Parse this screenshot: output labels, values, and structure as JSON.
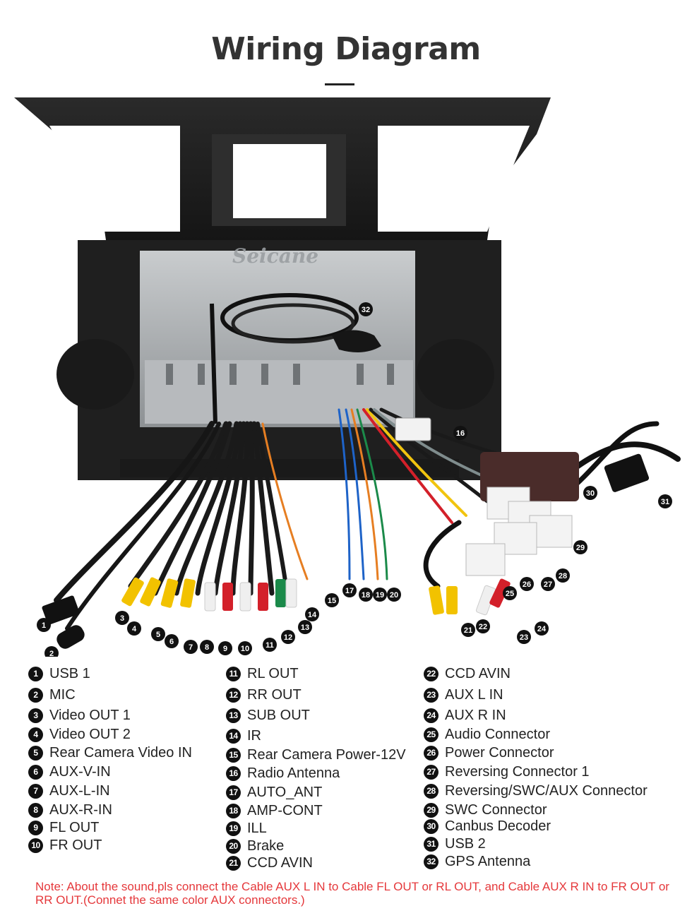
{
  "title": "Wiring Diagram",
  "brand_watermark": "Seicane",
  "legend": [
    [
      {
        "num": "1",
        "label": "USB 1"
      },
      {
        "num": "2",
        "label": "MIC"
      },
      {
        "num": "3",
        "label": "Video OUT 1"
      },
      {
        "num": "4",
        "label": "Video OUT 2"
      },
      {
        "num": "5",
        "label": "Rear Camera Video IN"
      },
      {
        "num": "6",
        "label": "AUX-V-IN"
      },
      {
        "num": "7",
        "label": "AUX-L-IN"
      },
      {
        "num": "8",
        "label": "AUX-R-IN"
      },
      {
        "num": "9",
        "label": "FL OUT"
      },
      {
        "num": "10",
        "label": "FR OUT"
      }
    ],
    [
      {
        "num": "11",
        "label": "RL OUT"
      },
      {
        "num": "12",
        "label": "RR OUT"
      },
      {
        "num": "13",
        "label": "SUB OUT"
      },
      {
        "num": "14",
        "label": "IR"
      },
      {
        "num": "15",
        "label": "Rear Camera Power-12V"
      },
      {
        "num": "16",
        "label": "Radio Antenna"
      },
      {
        "num": "17",
        "label": "AUTO_ANT"
      },
      {
        "num": "18",
        "label": "AMP-CONT"
      },
      {
        "num": "19",
        "label": "ILL"
      },
      {
        "num": "20",
        "label": "Brake"
      },
      {
        "num": "21",
        "label": "CCD AVIN"
      }
    ],
    [
      {
        "num": "22",
        "label": "CCD AVIN"
      },
      {
        "num": "23",
        "label": "AUX L IN"
      },
      {
        "num": "24",
        "label": "AUX R IN"
      },
      {
        "num": "25",
        "label": "Audio Connector"
      },
      {
        "num": "26",
        "label": "Power Connector"
      },
      {
        "num": "27",
        "label": "Reversing Connector 1"
      },
      {
        "num": "28",
        "label": "Reversing/SWC/AUX Connector"
      },
      {
        "num": "29",
        "label": "SWC Connector"
      },
      {
        "num": "30",
        "label": "Canbus Decoder"
      },
      {
        "num": "31",
        "label": "USB 2"
      },
      {
        "num": "32",
        "label": "GPS Antenna"
      }
    ]
  ],
  "note": "Note: About the sound,pls connect the Cable AUX L IN to Cable FL OUT or RL OUT, and Cable AUX R IN to FR OUT or RR OUT.(Connet the same color AUX connectors.)",
  "colors": {
    "badge": "#111111",
    "note": "#e5383b",
    "rca_yellow": "#f2c200",
    "rca_red": "#d3202a",
    "rca_white": "#f0f0f0",
    "rca_green": "#1b8a4a",
    "bezel": "#1c1c1c"
  }
}
